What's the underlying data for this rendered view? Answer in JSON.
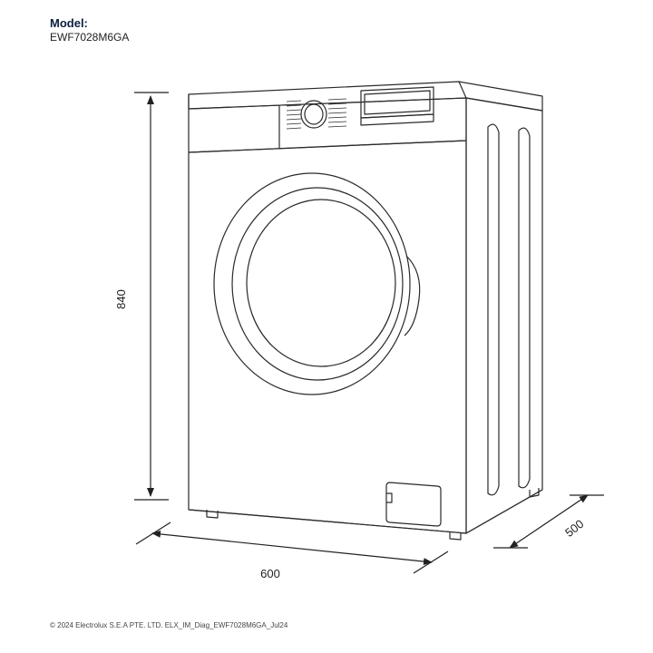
{
  "header": {
    "model_label": "Model:",
    "model_number": "EWF7028M6GA"
  },
  "dimensions": {
    "height": "840",
    "width": "600",
    "depth": "500"
  },
  "footer": {
    "copyright": "© 2024 Electrolux S.E.A PTE. LTD. ELX_IM_Diag_EWF7028M6GA_Jul24"
  },
  "colors": {
    "line": "#2a2a2a",
    "model_label": "#0c1f3f"
  }
}
